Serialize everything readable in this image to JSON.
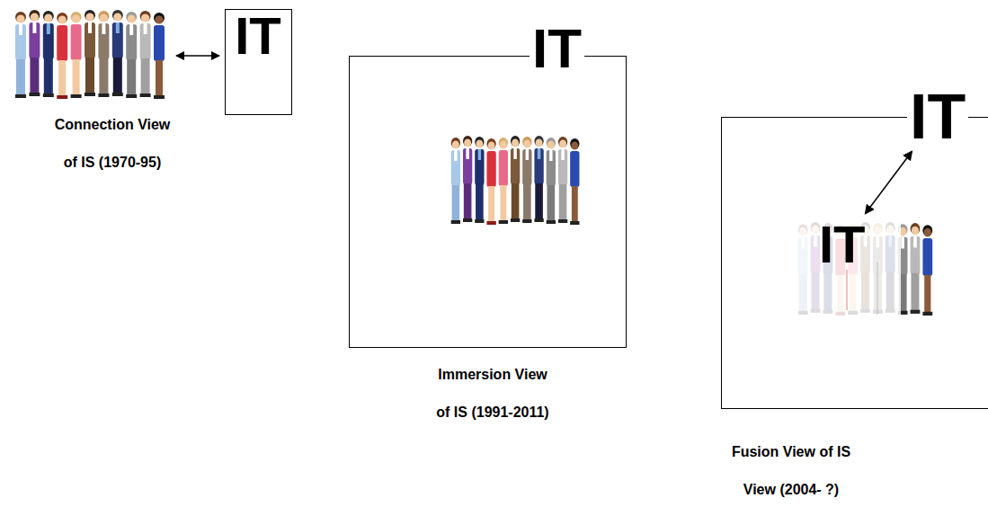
{
  "diagram": {
    "nodes": [
      {
        "text": [
          "IT"
        ]
      },
      {
        "text": [
          "IT"
        ]
      },
      {
        "text": [
          "IT"
        ]
      },
      {
        "text": [
          "IT"
        ],
        "in": 2
      }
    ],
    "edges": [
      {
        "from": 3,
        "to": 2,
        "arrow": "both"
      }
    ],
    "labels": [
      "Connection View of IS (1970-95)",
      "Immersion View of IS (1991-2011)",
      "Fusion View of IS View (2004- ?)"
    ]
  }
}
